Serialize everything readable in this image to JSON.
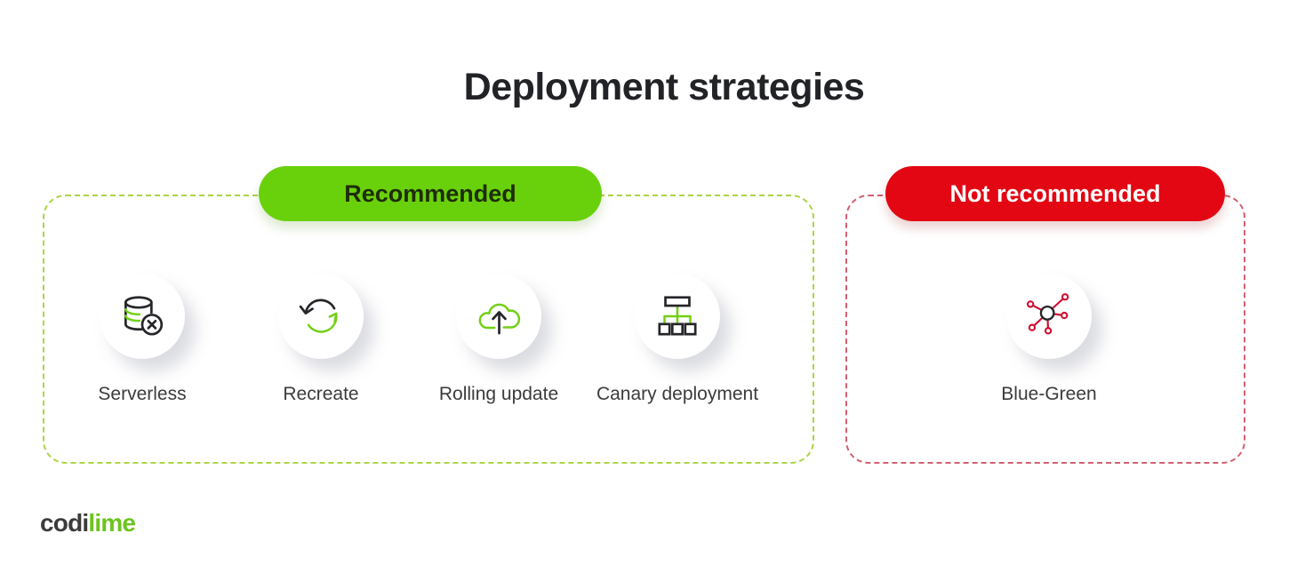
{
  "title": "Deployment strategies",
  "brand": {
    "logo_part1": "codi",
    "logo_part2": "lime"
  },
  "colors": {
    "recommended_badge": "#69d10b",
    "recommended_border": "#abd545",
    "not_recommended_badge": "#e20713",
    "not_recommended_border": "#d2606f",
    "icon_green": "#72d014",
    "icon_red": "#cf1133",
    "icon_dark": "#26262a",
    "title_text": "#222326",
    "label_text": "#3b3b3b"
  },
  "groups": [
    {
      "badge": "Recommended",
      "items": [
        {
          "label": "Serverless",
          "icon": "serverless-database-icon"
        },
        {
          "label": "Recreate",
          "icon": "recreate-cycle-icon"
        },
        {
          "label": "Rolling update",
          "icon": "rolling-update-cloud-icon"
        },
        {
          "label": "Canary deployment",
          "icon": "canary-hierarchy-icon"
        }
      ]
    },
    {
      "badge": "Not recommended",
      "items": [
        {
          "label": "Blue-Green",
          "icon": "blue-green-network-icon"
        }
      ]
    }
  ]
}
